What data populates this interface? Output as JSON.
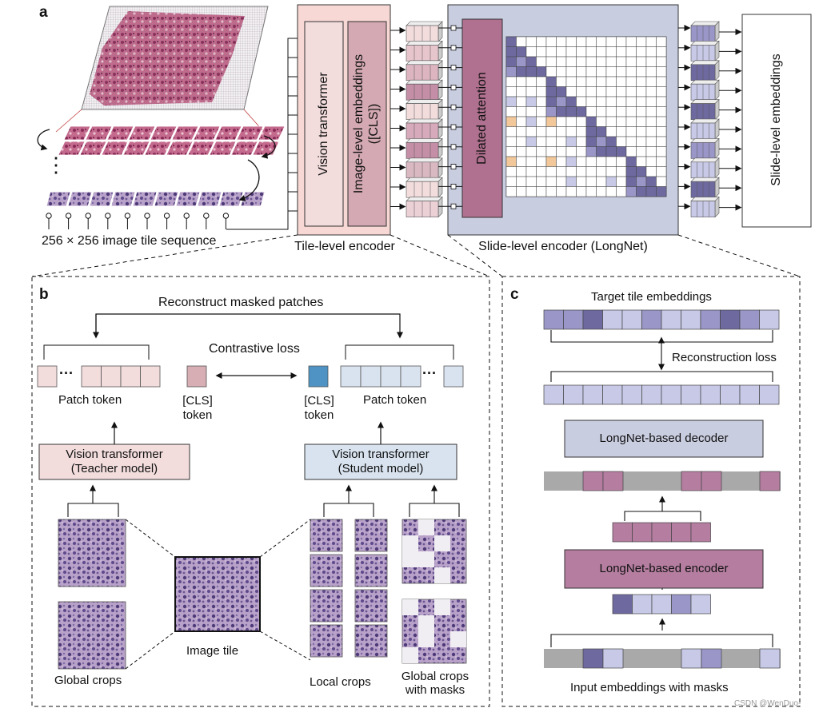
{
  "panel_labels": {
    "a": "a",
    "b": "b",
    "c": "c"
  },
  "panel_a": {
    "tile_sequence_label": "256 × 256 image tile sequence",
    "ellipsis": "⋮",
    "vision_transformer": "Vision transformer",
    "image_level_embeddings": "Image-level embeddings\n([CLS])",
    "tile_level_encoder": "Tile-level encoder",
    "dilated_attention": "Dilated attention",
    "slide_level_encoder": "Slide-level encoder (LongNet)",
    "slide_level_embeddings": "Slide-level embeddings"
  },
  "panel_b": {
    "reconstruct_masked_patches": "Reconstruct masked patches",
    "contrastive_loss": "Contrastive loss",
    "patch_token_left": "Patch token",
    "cls_token_left": "[CLS]\ntoken",
    "cls_token_right": "[CLS]\ntoken",
    "patch_token_right": "Patch token",
    "dots": "···",
    "teacher_model": "Vision transformer\n(Teacher model)",
    "student_model": "Vision transformer\n(Student model)",
    "global_crops": "Global crops",
    "image_tile": "Image tile",
    "local_crops": "Local crops",
    "global_crops_masks": "Global crops\nwith masks"
  },
  "panel_c": {
    "target_tile_embeddings": "Target tile embeddings",
    "reconstruction_loss": "Reconstruction loss",
    "decoder": "LongNet-based decoder",
    "encoder": "LongNet-based encoder",
    "input_embeddings": "Input embeddings with masks"
  },
  "watermark": "CSDN @WenDuo-",
  "colors": {
    "tile_encoder_bg": "#f7d8d5",
    "vit_box": "#f2dcdc",
    "cls_box": "#d4a9b3",
    "slide_encoder_bg": "#c9cde0",
    "dilated_box": "#b0708f",
    "dark_purple": "#6e6aa0",
    "mid_purple": "#9a97c8",
    "light_purple": "#c7c9e6",
    "pale_blue": "#d8e3ef",
    "pink_token": "#f2dcdc",
    "mauve": "#b57ea0",
    "cls_teacher": "#d6aeb4",
    "cls_student": "#4e93c3",
    "orange_cell": "#f2c79a",
    "grey_bar": "#a9a9a9"
  }
}
